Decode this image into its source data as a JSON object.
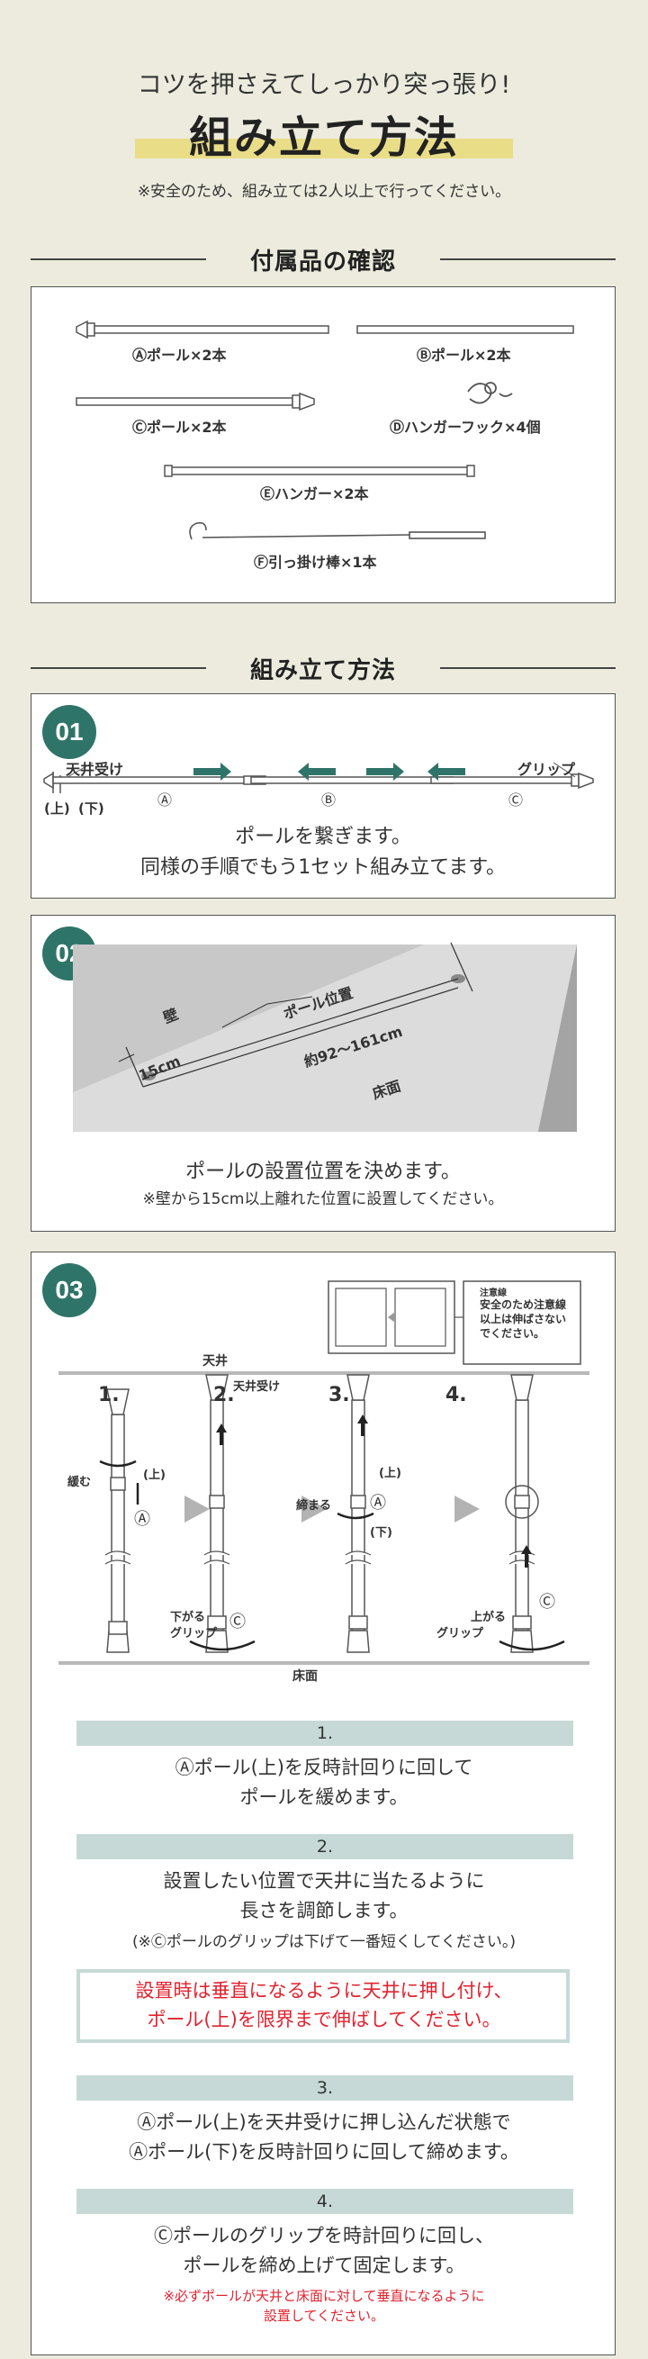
{
  "header": {
    "tagline": "コツを押さえてしっかり突っ張り!",
    "title": "組み立て方法",
    "note": "※安全のため、組み立ては2人以上で行ってください。"
  },
  "accessories": {
    "title": "付属品の確認",
    "items": [
      "Ⓐポール×2本",
      "Ⓑポール×2本",
      "Ⓒポール×2本",
      "Ⓓハンガーフック×4個",
      "Ⓔハンガー×2本",
      "Ⓕ引っ掛け棒×1本"
    ]
  },
  "assembly": {
    "title": "組み立て方法",
    "step1": {
      "badge": "01",
      "label_ceiling": "天井受け",
      "label_grip": "グリップ",
      "label_top": "(上)",
      "label_bottom": "(下)",
      "letter_a": "Ⓐ",
      "letter_b": "Ⓑ",
      "letter_c": "Ⓒ",
      "text1": "ポールを繋ぎます。",
      "text2": "同様の手順でもう1セット組み立てます。"
    },
    "step2": {
      "badge": "02",
      "label_wall": "壁",
      "label_pole": "ポール位置",
      "label_15cm": "15cm",
      "label_range": "約92〜161cm",
      "label_floor": "床面",
      "text1": "ポールの設置位置を決めます。",
      "text2": "※壁から15cm以上離れた位置に設置してください。"
    },
    "step3": {
      "badge": "03",
      "ceiling": "天井",
      "floor": "床面",
      "n1": "1.",
      "n2": "2.",
      "n3": "3.",
      "n4": "4.",
      "label_loosen": "緩む",
      "label_up": "(上)",
      "label_down": "(下)",
      "label_ceiling_rec": "天井受け",
      "label_tighten": "締まる",
      "label_lower": "下がる",
      "label_raise": "上がる",
      "label_grip": "グリップ",
      "letter_a": "Ⓐ",
      "letter_c": "Ⓒ",
      "caution_title": "注意線",
      "caution_text": "安全のため注意線以上は伸ばさないでください。",
      "sub1_head": "1.",
      "sub1_l1": "Ⓐポール(上)を反時計回りに回して",
      "sub1_l2": "ポールを緩めます。",
      "sub2_head": "2.",
      "sub2_l1": "設置したい位置で天井に当たるように",
      "sub2_l2": "長さを調節します。",
      "sub2_l3": "(※Ⓒポールのグリップは下げて一番短くしてください。)",
      "warn_l1": "設置時は垂直になるように天井に押し付け、",
      "warn_l2": "ポール(上)を限界まで伸ばしてください。",
      "sub3_head": "3.",
      "sub3_l1": "Ⓐポール(上)を天井受けに押し込んだ状態で",
      "sub3_l2": "Ⓐポール(下)を反時計回りに回して締めます。",
      "sub4_head": "4.",
      "sub4_l1": "Ⓒポールのグリップを時計回りに回し、",
      "sub4_l2": "ポールを締め上げて固定します。",
      "sub4_n1": "※必ずポールが天井と床面に対して垂直になるように",
      "sub4_n2": "設置してください。"
    }
  },
  "colors": {
    "background": "#ecebdd",
    "accent_green": "#2f7468",
    "highlight_yellow": "#e9dd87",
    "step_head": "#c6d9d6",
    "warning_red": "#e0232f"
  }
}
